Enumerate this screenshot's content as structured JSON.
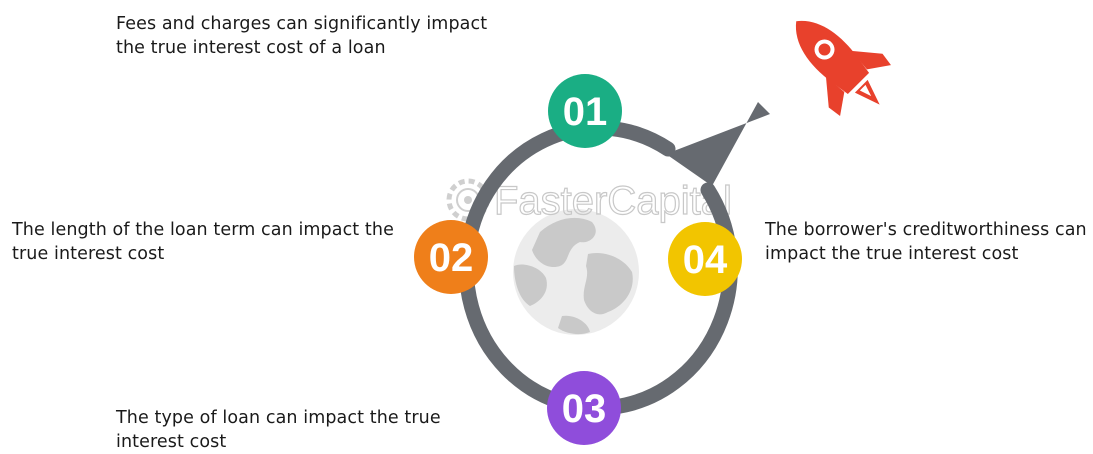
{
  "steps": [
    {
      "number": "01",
      "color": "#1aae84",
      "lines": [
        "Fees and charges can significantly impact",
        "the true interest cost of a loan"
      ]
    },
    {
      "number": "02",
      "color": "#ef7f1a",
      "lines": [
        "The length of the loan term can impact the",
        "true interest cost"
      ]
    },
    {
      "number": "03",
      "color": "#8f4ddb",
      "lines": [
        "The type of loan can impact the true",
        "interest cost"
      ]
    },
    {
      "number": "04",
      "color": "#f2c500",
      "lines": [
        "The borrower's creditworthiness can",
        "impact the true interest cost"
      ]
    }
  ],
  "ring_color": "#666a70",
  "rocket_color": "#e8412c",
  "watermark": "FasterCapital",
  "icons": [
    "globe-icon",
    "rocket-icon",
    "gear-icon"
  ]
}
